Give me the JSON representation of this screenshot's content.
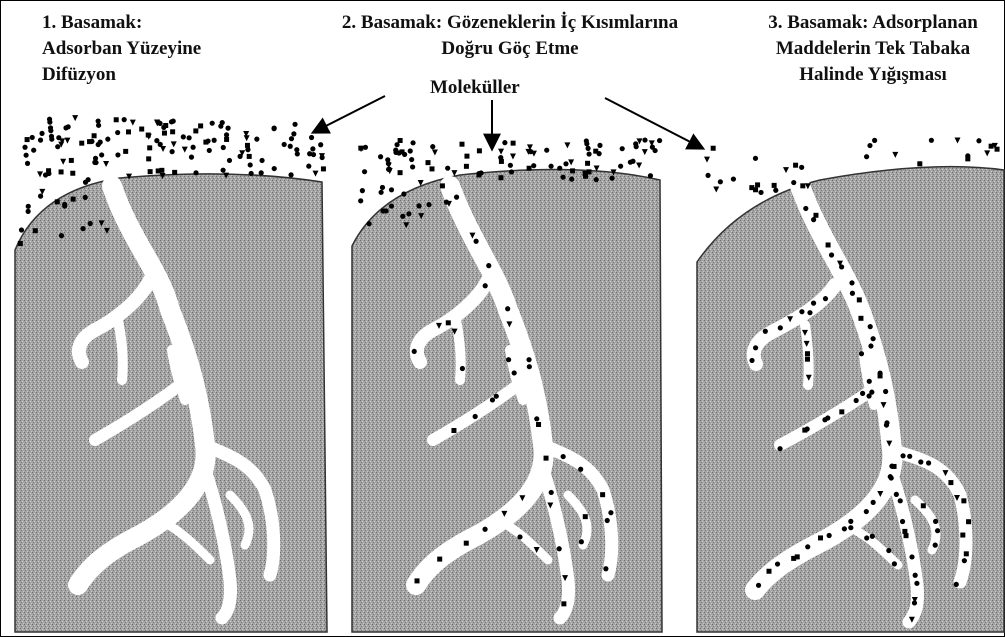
{
  "steps": [
    {
      "line1": "1. Basamak:",
      "line2": "Adsorban Yüzeyine",
      "line3": "Difüzyon"
    },
    {
      "line1": "2. Basamak: Gözeneklerin İç Kısımlarına",
      "line2": "Doğru Göç Etme"
    },
    {
      "line1": "3. Basamak: Adsorplanan",
      "line2": "Maddelerin Tek Tabaka",
      "line3": "Halinde Yığışması"
    }
  ],
  "center_label": "Moleküller",
  "colors": {
    "grain": "#8c8c8c",
    "grain_light": "#b4b4b4",
    "pore": "#ffffff",
    "dot": "#000000"
  }
}
